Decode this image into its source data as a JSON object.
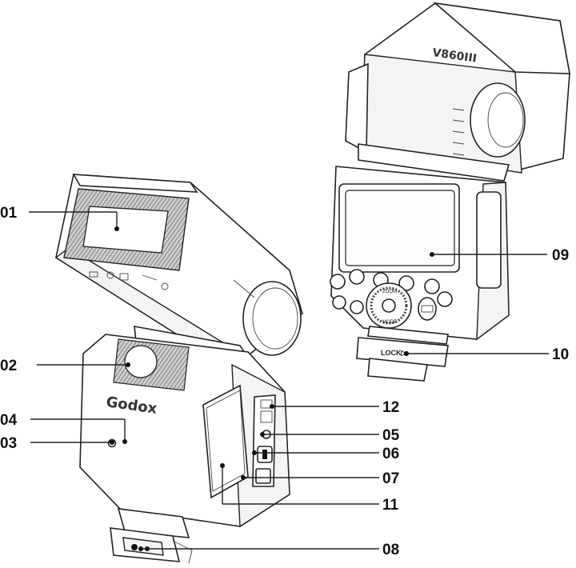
{
  "brand": {
    "front_logo": "Godox",
    "model_text": "V860III",
    "lock_text": "LOCK▷",
    "zoom_text": "ZOOM",
    "mode_text": "MODE"
  },
  "callouts": [
    {
      "id": "01",
      "label": "01"
    },
    {
      "id": "02",
      "label": "02"
    },
    {
      "id": "03",
      "label": "03"
    },
    {
      "id": "04",
      "label": "04"
    },
    {
      "id": "05",
      "label": "05"
    },
    {
      "id": "06",
      "label": "06"
    },
    {
      "id": "07",
      "label": "07"
    },
    {
      "id": "08",
      "label": "08"
    },
    {
      "id": "09",
      "label": "09"
    },
    {
      "id": "10",
      "label": "10"
    },
    {
      "id": "11",
      "label": "11"
    },
    {
      "id": "12",
      "label": "12"
    }
  ]
}
